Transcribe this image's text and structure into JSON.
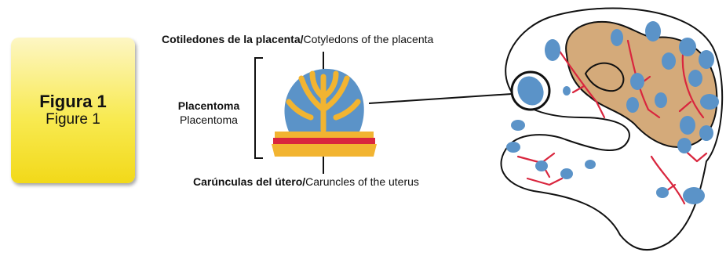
{
  "figure": {
    "title_es": "Figura 1",
    "title_en": "Figure 1"
  },
  "labels": {
    "cotyledons_es": "Cotiledones de la placenta/",
    "cotyledons_en": "Cotyledons of the placenta",
    "placentoma_es": "Placentoma",
    "placentoma_en": "Placentoma",
    "caruncles_es": "Carúnculas del útero/",
    "caruncles_en": "Caruncles of the uterus"
  },
  "colors": {
    "label_box": "#f4de2a",
    "cotyledon_blue": "#5b93c8",
    "villi_orange": "#f2b431",
    "vessel_red": "#d9263e",
    "fetus_tan": "#d4aa7a",
    "outline": "#111111"
  }
}
